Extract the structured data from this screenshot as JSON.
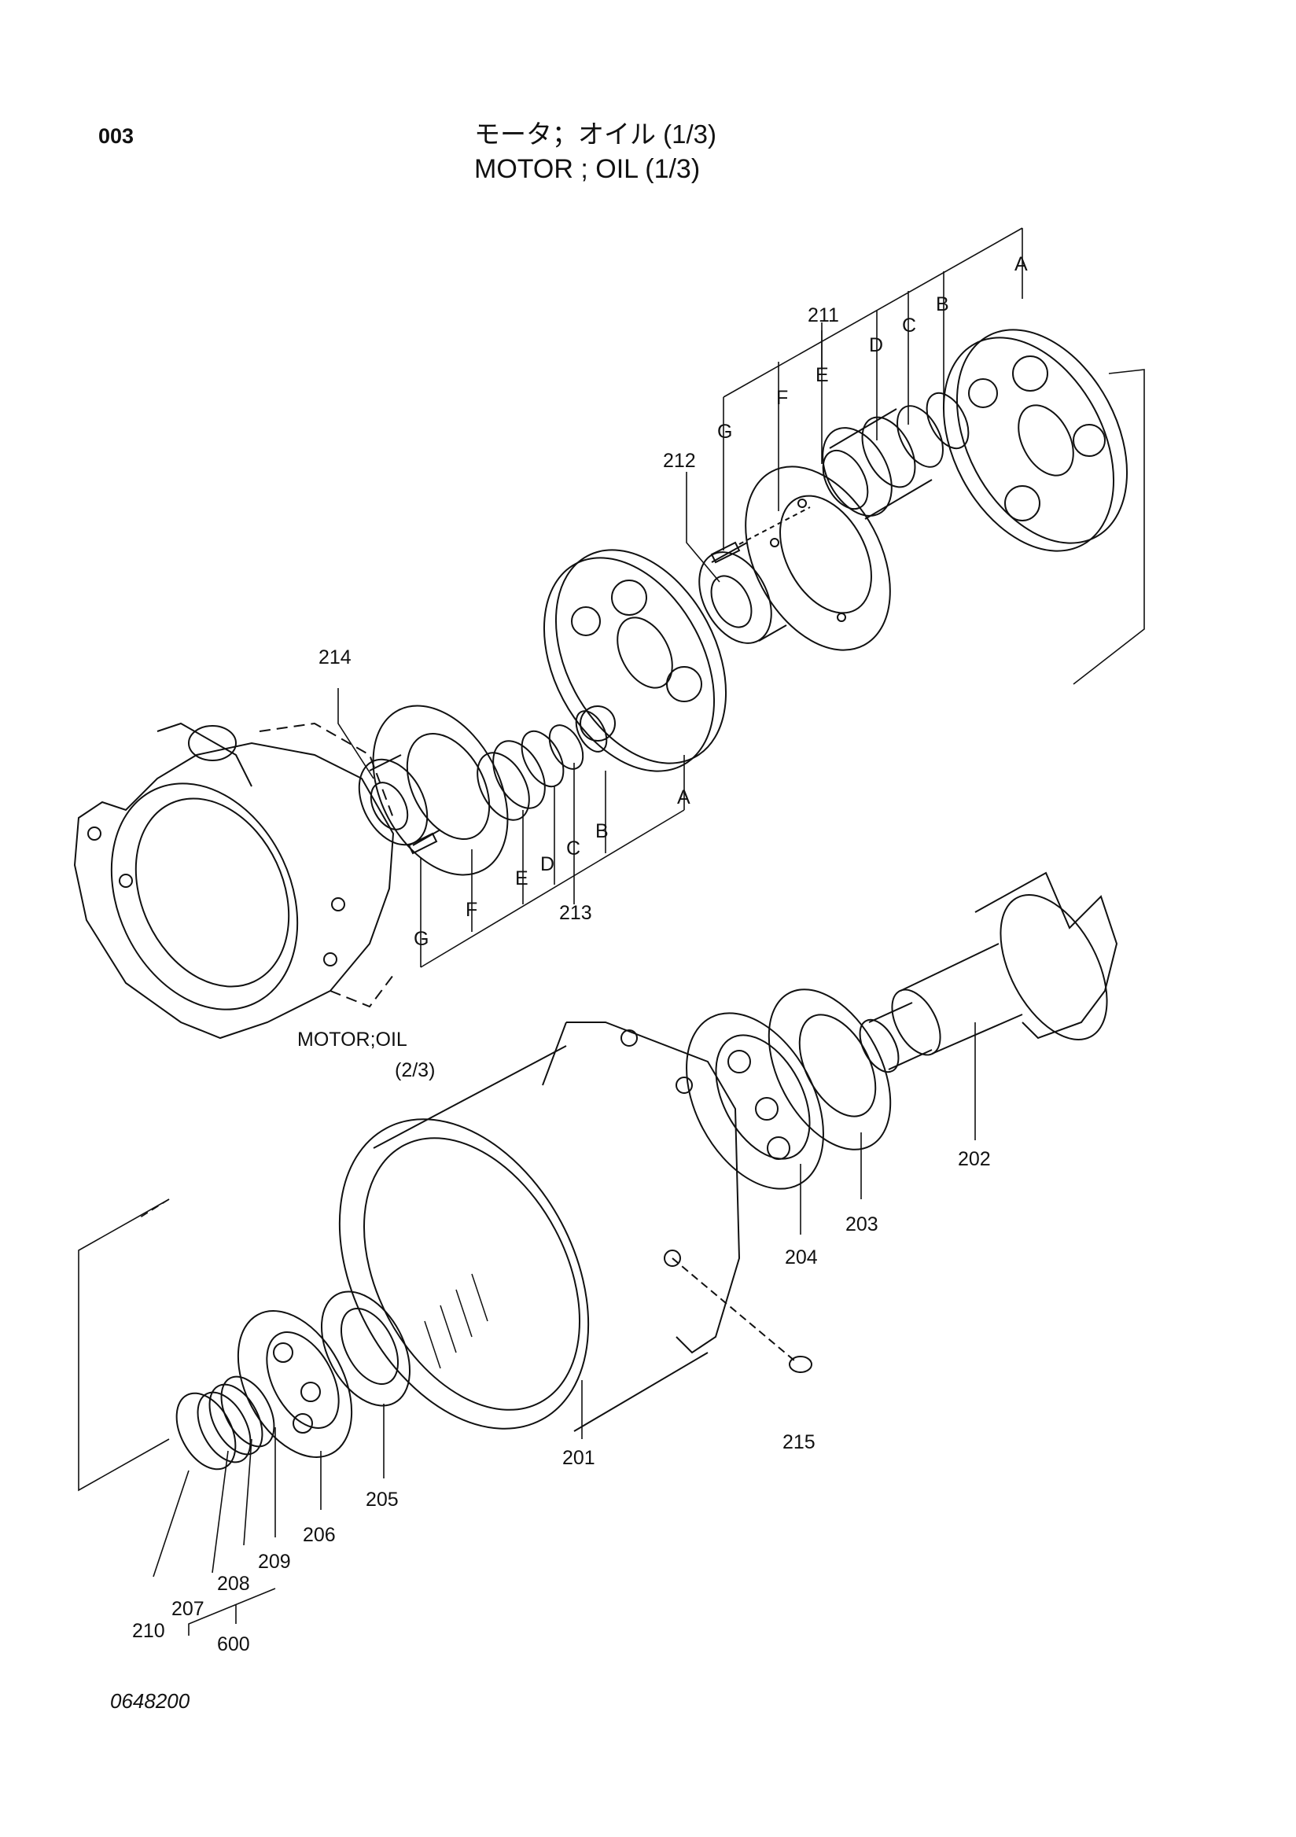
{
  "header": {
    "page_number": "003",
    "title_jp": "モータ；オイル (1/3)",
    "title_en": "MOTOR ; OIL (1/3)"
  },
  "reference_note": {
    "line1": "MOTOR;OIL",
    "line2": "(2/3)"
  },
  "callouts": {
    "c201": "201",
    "c202": "202",
    "c203": "203",
    "c204": "204",
    "c205": "205",
    "c206": "206",
    "c207": "207",
    "c208": "208",
    "c209": "209",
    "c210": "210",
    "c211": "211",
    "c212": "212",
    "c213": "213",
    "c214": "214",
    "c215": "215",
    "c600": "600"
  },
  "letters": {
    "A": "A",
    "B": "B",
    "C": "C",
    "D": "D",
    "E": "E",
    "F": "F",
    "G": "G"
  },
  "footer": {
    "drawing_number": "0648200"
  }
}
